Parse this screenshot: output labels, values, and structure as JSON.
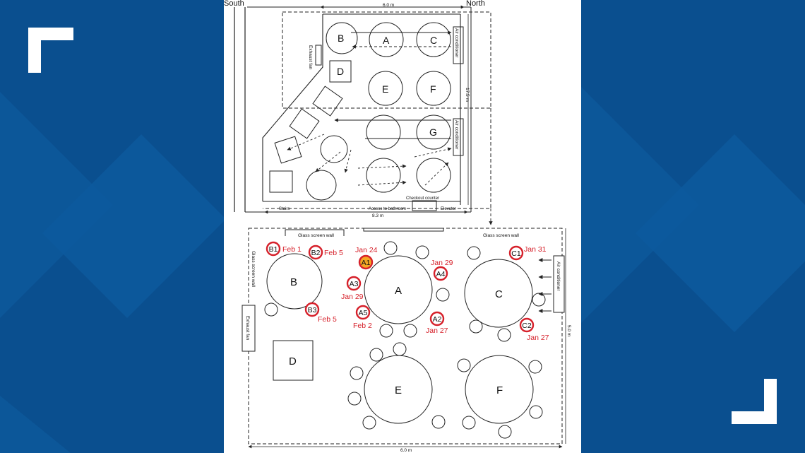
{
  "top_plan": {
    "south_label": "South",
    "north_label": "North",
    "width_dim": "6.0 m",
    "depth_dim": "17.5 m",
    "width_dim_bottom": "8.3 m",
    "exhaust_fan": "Exhaust fan",
    "air_conditioner_1": "Air conditioner",
    "air_conditioner_2": "Air conditioner",
    "table_labels": {
      "a": "A",
      "b": "B",
      "c": "C",
      "d": "D",
      "e": "E",
      "f": "F",
      "g": "G"
    },
    "stairs": "Stairs",
    "bathroom": "Access to bathroom",
    "checkout": "Checkout counter",
    "elevator": "Elevator"
  },
  "bottom_plan": {
    "glass_wall_top": "Glass screen wall",
    "glass_wall_right": "Glass screen wall",
    "glass_wall_left": "Glass screen wall",
    "exhaust_fan": "Exhaust fan",
    "air_conditioner": "Air conditioner",
    "depth_dim": "5.0 m",
    "width_dim": "6.0 m",
    "tables": {
      "a": "A",
      "b": "B",
      "c": "C",
      "d": "D",
      "e": "E",
      "f": "F"
    },
    "seats": {
      "b1": {
        "id": "B1",
        "date": "Feb 1"
      },
      "b2": {
        "id": "B2",
        "date": "Feb 5"
      },
      "b3": {
        "id": "B3",
        "date": "Feb 5"
      },
      "a1": {
        "id": "A1",
        "date": "Jan 24"
      },
      "a2": {
        "id": "A2",
        "date": "Jan 27"
      },
      "a3": {
        "id": "A3",
        "date": "Jan 29"
      },
      "a4": {
        "id": "A4",
        "date": "Jan 29"
      },
      "a5": {
        "id": "A5",
        "date": "Feb 2"
      },
      "c1": {
        "id": "C1",
        "date": "Jan 31"
      },
      "c2": {
        "id": "C2",
        "date": "Jan 27"
      }
    }
  },
  "colors": {
    "background": "#0a4f8f",
    "highlight_ring": "#d6202a",
    "highlight_fill": "#f5a623",
    "label_red": "#d6202a"
  }
}
